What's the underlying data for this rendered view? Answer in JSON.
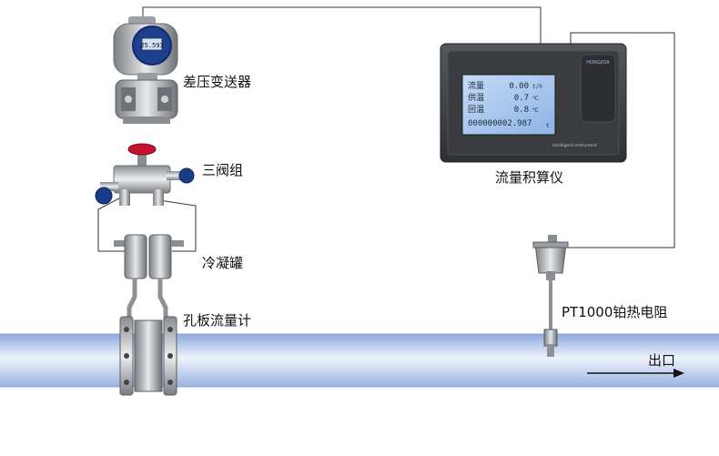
{
  "labels": {
    "transmitter": "差压变送器",
    "valve_manifold": "三阀组",
    "condenser": "冷凝罐",
    "orifice_meter": "孔板流量计",
    "calculator": "流量积算仪",
    "sensor": "PT1000铂热电阻",
    "outlet": "出口"
  },
  "transmitter_display": "25.593",
  "calculator_panel": {
    "brand": "HONGJIDA",
    "rows": [
      {
        "name": "流量",
        "value": "0.00",
        "unit": "t/h"
      },
      {
        "name": "供温",
        "value": "0.7",
        "unit": "℃"
      },
      {
        "name": "回温",
        "value": "0.8",
        "unit": "℃"
      }
    ],
    "total": "000000002.987",
    "total_unit": "t",
    "footer": "Intelligent Instrument"
  },
  "colors": {
    "pipe": "#b7c9ec",
    "pipe_highlight": "#eef3fc",
    "wire": "#333333",
    "lcd_bg": "#a9c8f2",
    "housing": "#3d3f42"
  }
}
